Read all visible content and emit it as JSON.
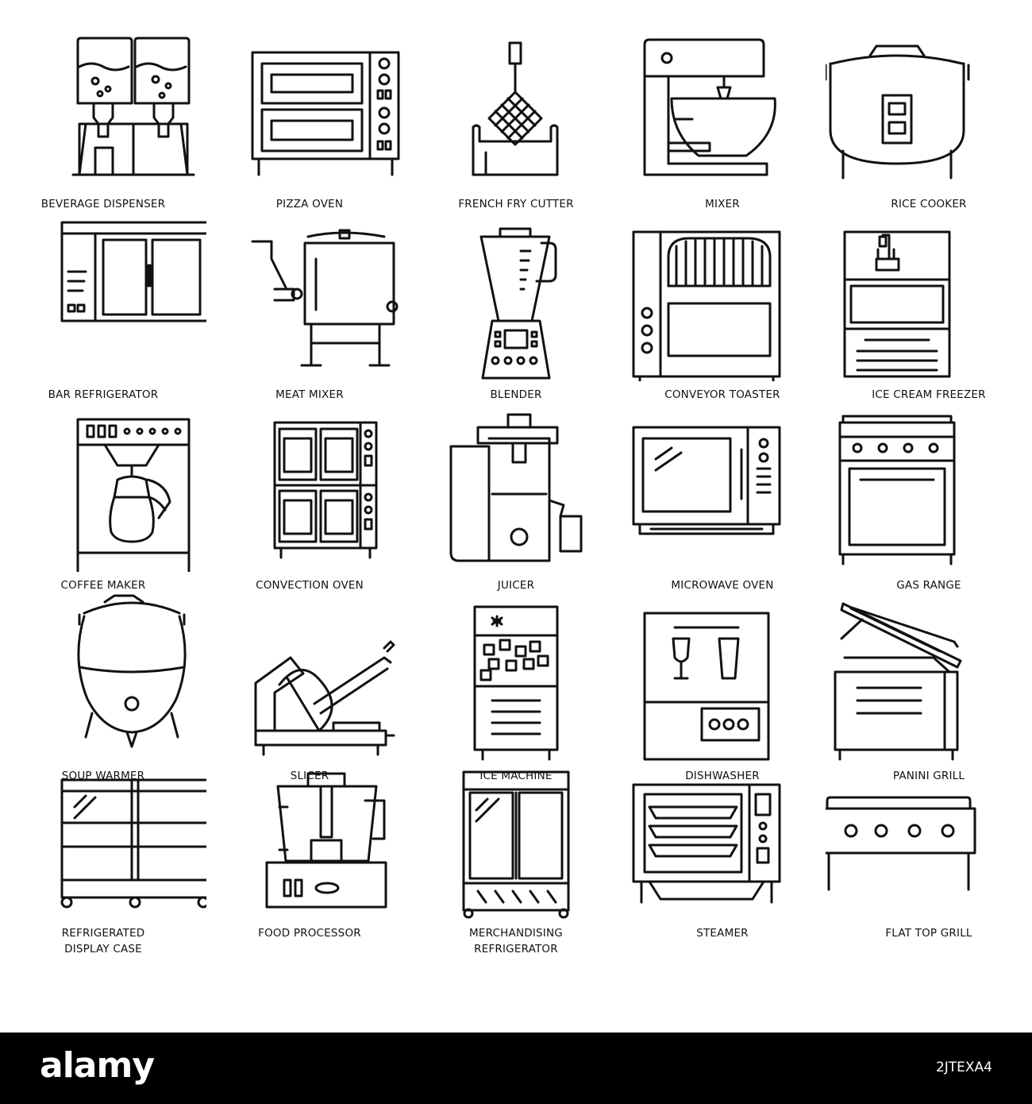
{
  "icons": [
    {
      "id": "beverage-dispenser",
      "icon": "beverage-dispenser-icon",
      "lines": [
        "BEVERAGE DISPENSER"
      ]
    },
    {
      "id": "pizza-oven",
      "icon": "pizza-oven-icon",
      "lines": [
        "PIZZA OVEN"
      ]
    },
    {
      "id": "french-fry-cutter",
      "icon": "french-fry-cutter-icon",
      "lines": [
        "FRENCH FRY CUTTER"
      ]
    },
    {
      "id": "mixer",
      "icon": "mixer-icon",
      "lines": [
        "MIXER"
      ]
    },
    {
      "id": "rice-cooker",
      "icon": "rice-cooker-icon",
      "lines": [
        "RICE COOKER"
      ]
    },
    {
      "id": "bar-refrigerator",
      "icon": "bar-refrigerator-icon",
      "lines": [
        "BAR REFRIGERATOR"
      ]
    },
    {
      "id": "meat-mixer",
      "icon": "meat-mixer-icon",
      "lines": [
        "MEAT MIXER"
      ]
    },
    {
      "id": "blender",
      "icon": "blender-icon",
      "lines": [
        "BLENDER"
      ]
    },
    {
      "id": "conveyor-toaster",
      "icon": "conveyor-toaster-icon",
      "lines": [
        "CONVEYOR TOASTER"
      ]
    },
    {
      "id": "ice-cream-freezer",
      "icon": "ice-cream-freezer-icon",
      "lines": [
        "ICE CREAM FREEZER"
      ]
    },
    {
      "id": "coffee-maker",
      "icon": "coffee-maker-icon",
      "lines": [
        "COFFEE MAKER"
      ]
    },
    {
      "id": "convection-oven",
      "icon": "convection-oven-icon",
      "lines": [
        "CONVECTION OVEN"
      ]
    },
    {
      "id": "juicer",
      "icon": "juicer-icon",
      "lines": [
        "JUICER"
      ]
    },
    {
      "id": "microwave-oven",
      "icon": "microwave-oven-icon",
      "lines": [
        "MICROWAVE OVEN"
      ]
    },
    {
      "id": "gas-range",
      "icon": "gas-range-icon",
      "lines": [
        "GAS RANGE"
      ]
    },
    {
      "id": "soup-warmer",
      "icon": "soup-warmer-icon",
      "lines": [
        "SOUP WARMER"
      ]
    },
    {
      "id": "slicer",
      "icon": "slicer-icon",
      "lines": [
        "SLICER"
      ]
    },
    {
      "id": "ice-machine",
      "icon": "ice-machine-icon",
      "lines": [
        "ICE MACHINE"
      ]
    },
    {
      "id": "dishwasher",
      "icon": "dishwasher-icon",
      "lines": [
        "DISHWASHER"
      ]
    },
    {
      "id": "panini-grill",
      "icon": "panini-grill-icon",
      "lines": [
        "PANINI GRILL"
      ]
    },
    {
      "id": "refrigerated-display-case",
      "icon": "refrigerated-display-case-icon",
      "lines": [
        "REFRIGERATED",
        "DISPLAY CASE"
      ]
    },
    {
      "id": "food-processor",
      "icon": "food-processor-icon",
      "lines": [
        "FOOD PROCESSOR"
      ]
    },
    {
      "id": "merchandising-refrigerator",
      "icon": "merchandising-refrigerator-icon",
      "lines": [
        "MERCHANDISING",
        "REFRIGERATOR"
      ]
    },
    {
      "id": "steamer",
      "icon": "steamer-icon",
      "lines": [
        "STEAMER"
      ]
    },
    {
      "id": "flat-top-grill",
      "icon": "flat-top-grill-icon",
      "lines": [
        "FLAT TOP GRILL"
      ]
    }
  ],
  "footer": {
    "logo_text": "alamy",
    "image_code": "2JTEXA4"
  },
  "colors": {
    "line": "#111111",
    "background": "#ffffff",
    "footer": "#000000"
  }
}
